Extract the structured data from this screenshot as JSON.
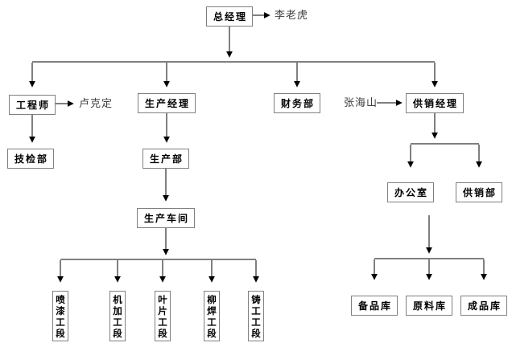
{
  "colors": {
    "line": "#000000",
    "box-border": "#808080",
    "box-text": "#000000",
    "annotation-text": "#404040",
    "background": "#ffffff"
  },
  "org": {
    "type": "organization-chart",
    "nodes": {
      "general_manager": "总经理",
      "engineer": "工程师",
      "production_manager": "生产经理",
      "finance_dept": "财务部",
      "supply_manager": "供销经理",
      "tech_inspection_dept": "技检部",
      "production_dept": "生产部",
      "production_workshop": "生产车间",
      "office": "办公室",
      "supply_dept": "供销部",
      "spare_parts_warehouse": "备品库",
      "raw_material_warehouse": "原料库",
      "finished_goods_warehouse": "成品库"
    },
    "workshop_sections": [
      "喷漆工段",
      "机加工段",
      "叶片工段",
      "柳焊工段",
      "铸工工段"
    ],
    "annotations": {
      "general_manager_person": "李老虎",
      "engineer_person": "卢克定",
      "supply_manager_person": "张海山"
    },
    "hierarchy": {
      "总经理": [
        "工程师",
        "生产经理",
        "财务部",
        "供销经理"
      ],
      "工程师": [
        "技检部"
      ],
      "生产经理": [
        "生产部"
      ],
      "生产部": [
        "生产车间"
      ],
      "生产车间": [
        "喷漆工段",
        "机加工段",
        "叶片工段",
        "柳焊工段",
        "铸工工段"
      ],
      "供销经理": [
        "办公室",
        "供销部",
        "备品库",
        "原料库",
        "成品库"
      ]
    }
  }
}
